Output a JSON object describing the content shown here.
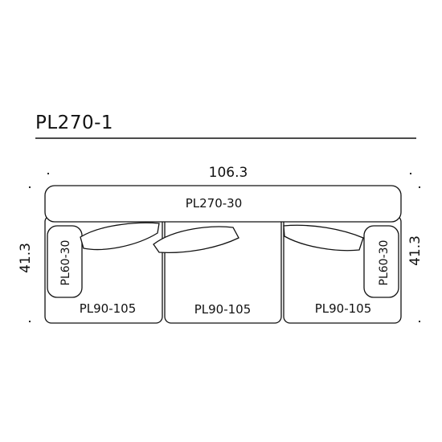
{
  "title": "PL270-1",
  "dimensions": {
    "width": "106.3",
    "depth_left": "41.3",
    "depth_right": "41.3"
  },
  "modules": {
    "back": "PL270-30",
    "arm_left": "PL60-30",
    "arm_right": "PL60-30",
    "seat_left": "PL90-105",
    "seat_center": "PL90-105",
    "seat_right": "PL90-105"
  }
}
